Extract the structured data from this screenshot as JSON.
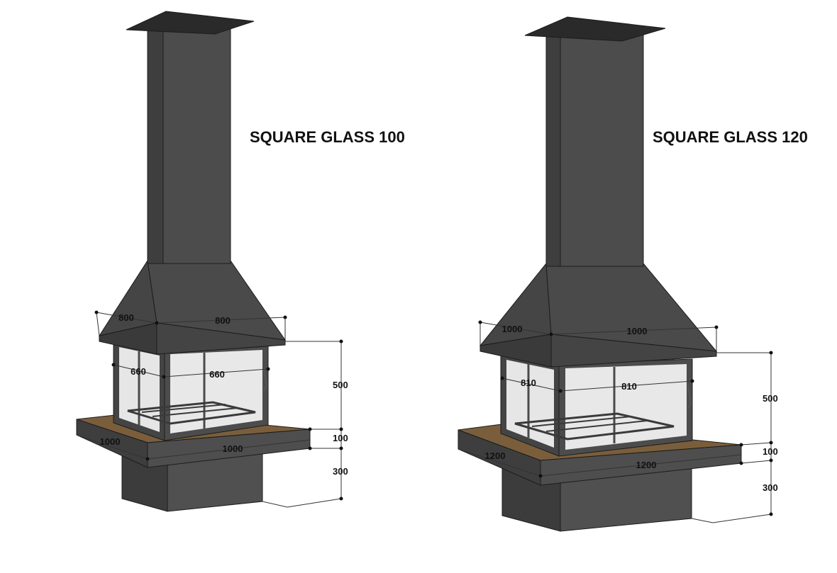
{
  "models": [
    {
      "title": "SQUARE GLASS 100",
      "dims": {
        "hood_depth": "800",
        "hood_width": "800",
        "glass_left": "660",
        "glass_front": "660",
        "height_firebox": "500",
        "height_slab": "100",
        "height_base": "300",
        "slab_depth": "1000",
        "slab_width": "1000"
      }
    },
    {
      "title": "SQUARE GLASS 120",
      "dims": {
        "hood_depth": "1000",
        "hood_width": "1000",
        "glass_left": "810",
        "glass_front": "810",
        "height_firebox": "500",
        "height_slab": "100",
        "height_base": "300",
        "slab_depth": "1200",
        "slab_width": "1200"
      }
    }
  ],
  "colors": {
    "steel": "#4a4a4a",
    "steel_dark": "#3a3a3a",
    "steel_light": "#5a5a5a",
    "wood_top": "#7a5e3c",
    "glass": "#e6e6e6"
  }
}
